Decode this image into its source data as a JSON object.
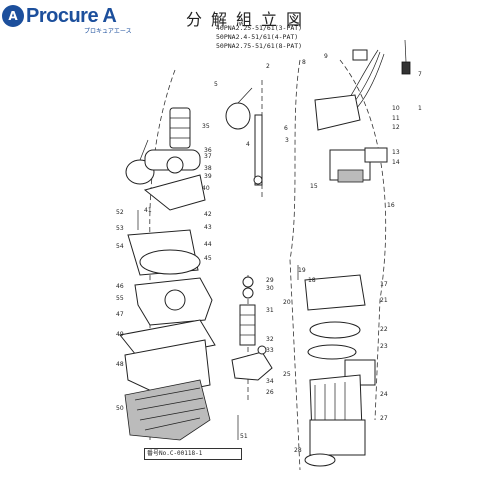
{
  "logo": {
    "brand": "Procure A",
    "tagline": "プロキュアエース"
  },
  "title": "分解組立図",
  "models": [
    "40PNA2.25-51/61(3-PAT)",
    "50PNA2.4-51/61(4-PAT)",
    "50PNA2.75-51/61(8-PAT)"
  ],
  "drawing_no": "番号No.C-00118-1",
  "part_numbers": [
    "1",
    "2",
    "3",
    "4",
    "5",
    "6",
    "7",
    "8",
    "9",
    "10",
    "11",
    "12",
    "13",
    "14",
    "15",
    "16",
    "17",
    "18",
    "19",
    "20",
    "21",
    "22",
    "23",
    "24",
    "25",
    "26",
    "27",
    "28",
    "29",
    "30",
    "31",
    "32",
    "33",
    "34",
    "35",
    "36",
    "37",
    "38",
    "39",
    "40",
    "41",
    "42",
    "43",
    "44",
    "45",
    "46",
    "47",
    "48",
    "49",
    "50",
    "51",
    "52",
    "53",
    "54",
    "55"
  ]
}
